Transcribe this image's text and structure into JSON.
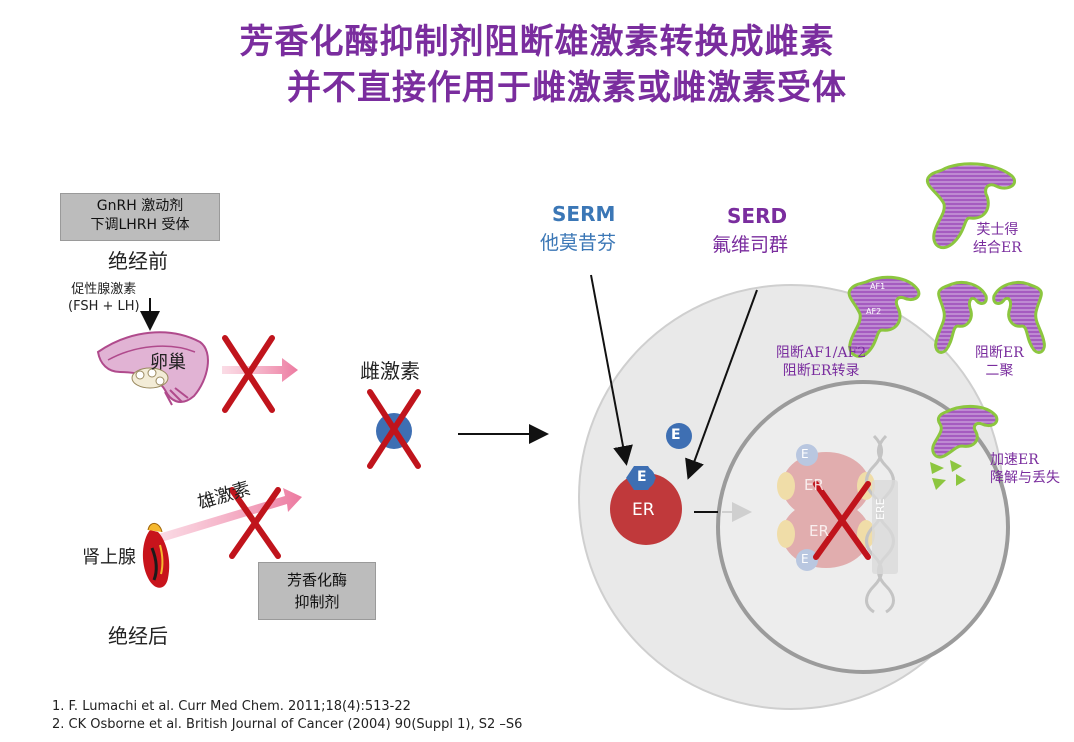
{
  "title": {
    "line1": "芳香化酶抑制剂阻断雄激素转换成雌素",
    "line2": "并不直接作用于雌激素或雌激素受体"
  },
  "left": {
    "gnrh_box": {
      "line1": "GnRH 激动剂",
      "line2": "下调LHRH 受体"
    },
    "premenopause": "绝经前",
    "gonadotropin": {
      "line1": "促性腺激素",
      "line2": "(FSH + LH)"
    },
    "ovary": "卵巢",
    "estrogen": "雌激素",
    "androgen": "雄激素",
    "adrenal": "肾上腺",
    "ai_box": {
      "line1": "芳香化酶",
      "line2": "抑制剂"
    },
    "postmenopause": "绝经后"
  },
  "right": {
    "serm": {
      "title": "SERM",
      "drug": "他莫昔芬"
    },
    "serd": {
      "title": "SERD",
      "drug": "氟维司群"
    },
    "effects": {
      "bind": {
        "line1": "芙士得",
        "line2": "结合ER"
      },
      "af": {
        "line1": "阻断AF1/AF2",
        "line2": "阻断ER转录"
      },
      "dimer": {
        "line1": "阻断ER",
        "line2": "二聚"
      },
      "degrade": {
        "line1": "加速ER",
        "line2": "降解与丢失"
      }
    },
    "e_label": "E",
    "er_label": "ER",
    "ere_label": "ERE",
    "af_tags": [
      "AF1",
      "AF2"
    ]
  },
  "references": [
    "1.   F. Lumachi et al. Curr Med Chem. 2011;18(4):513-22",
    "2.   CK Osborne et al. British Journal of Cancer (2004) 90(Suppl 1), S2 –S6"
  ],
  "colors": {
    "title": "#7a2d9e",
    "serm": "#3b77b6",
    "serd": "#7a2d9e",
    "cross": "#c0141c",
    "er_red": "#c0393b",
    "e_blue": "#3e6fb3",
    "receptor_purple": "#9b4fb0",
    "receptor_edge": "#8cc63f"
  }
}
